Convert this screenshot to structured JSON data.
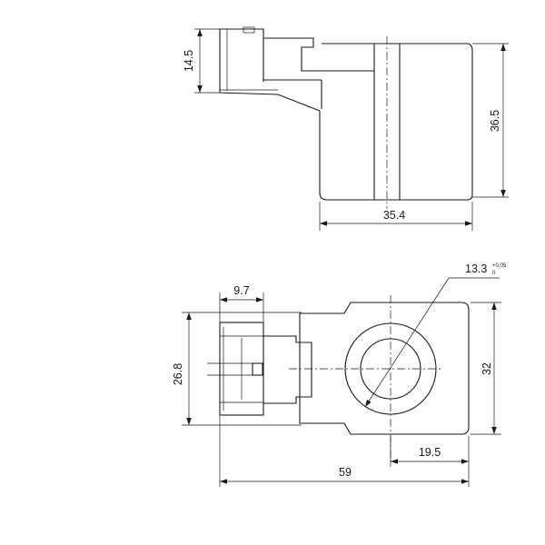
{
  "side_view": {
    "dims": {
      "height_top": "14.5",
      "height_total": "36.5",
      "width_body": "35.4"
    }
  },
  "top_view": {
    "dims": {
      "connector_width": "9.7",
      "connector_height": "26.8",
      "bore_diameter": "13.3",
      "bore_tolerance_upper": "+0.05",
      "bore_tolerance_lower": "0",
      "body_height": "32",
      "bore_offset": "19.5",
      "overall_length": "59"
    }
  }
}
